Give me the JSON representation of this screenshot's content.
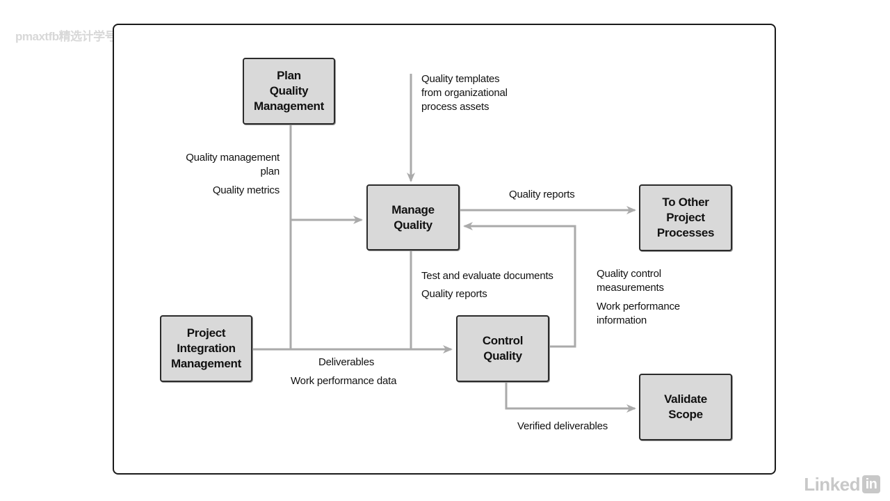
{
  "watermark": {
    "text": "pmaxtfb精选计学号"
  },
  "boxes": {
    "plan_quality": "Plan\nQuality\nManagement",
    "manage_quality": "Manage\nQuality",
    "to_other": "To Other\nProject\nProcesses",
    "project_integration": "Project\nIntegration\nManagement",
    "control_quality": "Control\nQuality",
    "validate_scope": "Validate\nScope"
  },
  "labels": {
    "quality_templates": "Quality templates\nfrom organizational\nprocess assets",
    "quality_mgmt_plan": "Quality management\nplan",
    "quality_metrics": "Quality metrics",
    "quality_reports_top": "Quality reports",
    "test_evaluate": "Test and evaluate documents",
    "quality_reports_mid": "Quality reports",
    "qc_measurements": "Quality control\nmeasurements",
    "work_perf_info": "Work performance\ninformation",
    "deliverables": "Deliverables",
    "work_perf_data": "Work performance data",
    "verified_deliverables": "Verified deliverables"
  },
  "logo": {
    "word": "Linked",
    "badge": "in"
  },
  "colors": {
    "box_fill": "#d9d9d9",
    "connector": "#aaaaaa",
    "border": "#1a1a1a"
  }
}
